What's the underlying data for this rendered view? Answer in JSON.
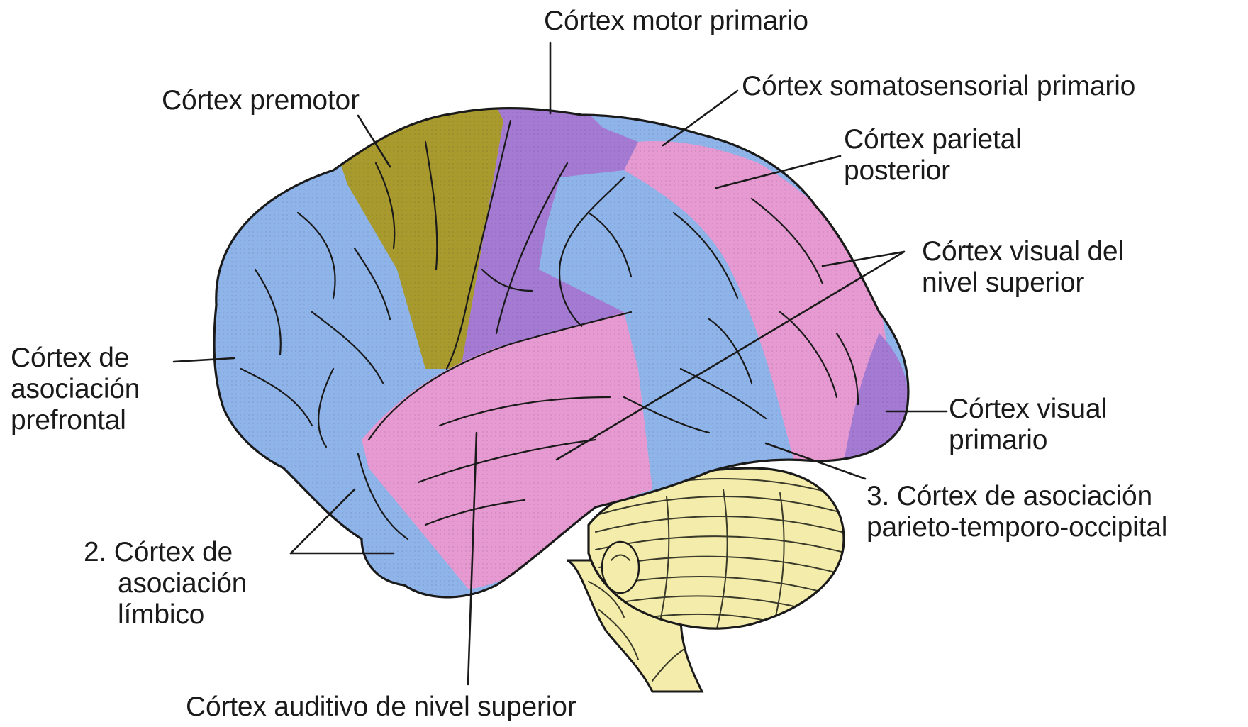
{
  "labels": {
    "motor": "Córtex motor primario",
    "somatosensorial": "Córtex somatosensorial primario",
    "premotor": "Córtex premotor",
    "parietal_line1": "Córtex parietal",
    "parietal_line2": "posterior",
    "visual_sup_line1": "Córtex visual del",
    "visual_sup_line2": "nivel superior",
    "prefrontal_line1": "Córtex de",
    "prefrontal_line2": "asociación",
    "prefrontal_line3": "prefrontal",
    "visual_prim_line1": "Córtex visual",
    "visual_prim_line2": "primario",
    "pto_line1": "3. Córtex de asociación",
    "pto_line2": "parieto-temporo-occipital",
    "limbic_line1": "2. Córtex de",
    "limbic_line2": "asociación",
    "limbic_line3": "límbico",
    "auditory": "Córtex auditivo de nivel superior"
  },
  "region_colors": {
    "association_blue": "#8fb4ea",
    "premotor_olive": "#a89a2c",
    "motor_purple": "#a47ad2",
    "sensory_pink": "#e79ad1",
    "cerebellum_yellow": "#f4ecaa"
  }
}
